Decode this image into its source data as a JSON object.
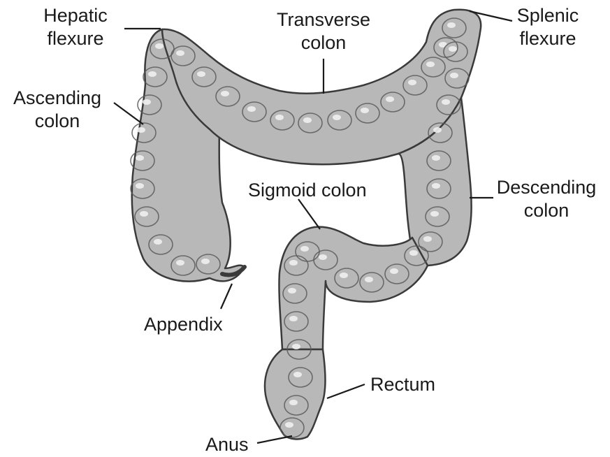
{
  "colors": {
    "background": "#ffffff",
    "text": "#1a1a1a",
    "leader_line": "#1a1a1a",
    "colon_fill": "#b8b8b8",
    "colon_outline": "#3a3a3a",
    "haustra": "#5a5a5a",
    "highlight": "#efefef"
  },
  "labels": {
    "hepatic_1": "Hepatic",
    "hepatic_2": "flexure",
    "transverse_1": "Transverse",
    "transverse_2": "colon",
    "splenic_1": "Splenic",
    "splenic_2": "flexure",
    "ascending_1": "Ascending",
    "ascending_2": "colon",
    "sigmoid": "Sigmoid colon",
    "descending_1": "Descending",
    "descending_2": "colon",
    "appendix": "Appendix",
    "rectum": "Rectum",
    "anus": "Anus"
  }
}
